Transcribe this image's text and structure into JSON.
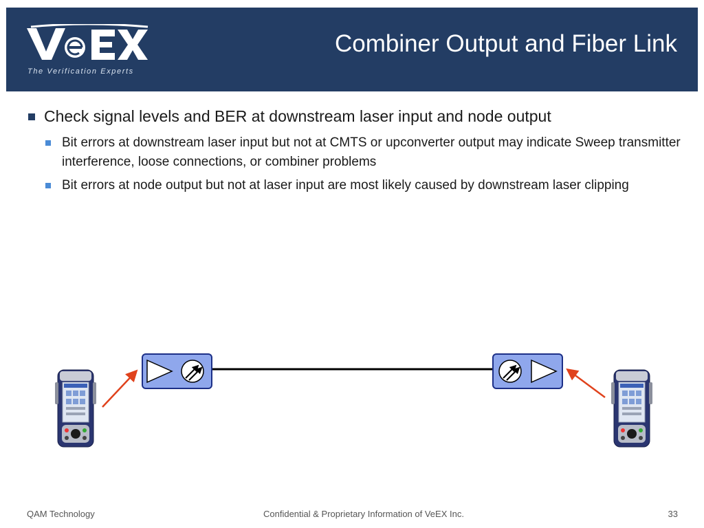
{
  "header": {
    "logo_text": "VeEX",
    "tagline": "The Verification Experts",
    "title": "Combiner Output and Fiber Link"
  },
  "bullets": {
    "main": "Check signal levels and BER at downstream laser input and node output",
    "sub": [
      "Bit errors at downstream laser input but not at CMTS or upconverter output may indicate Sweep transmitter interference, loose connections, or combiner problems",
      "Bit errors at node output but not at laser input are most likely caused by downstream laser clipping"
    ]
  },
  "diagram": {
    "colors": {
      "box_fill": "#8fa7ec",
      "arrow_color": "#e0421c",
      "link_color": "#000000"
    },
    "icons": [
      "laser-transmitter-icon",
      "optical-node-icon",
      "test-meter-icon"
    ]
  },
  "footer": {
    "left": "QAM Technology",
    "center": "Confidential & Proprietary Information of VeEX Inc.",
    "page_number": "33"
  }
}
